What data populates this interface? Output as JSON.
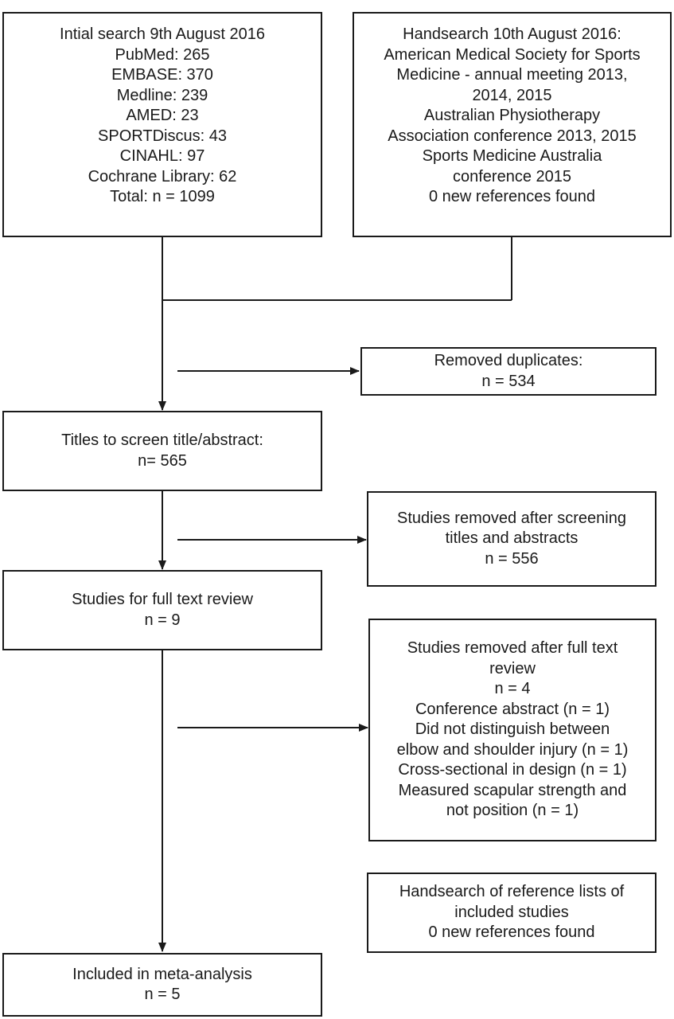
{
  "boxes": {
    "initial_search": {
      "lines": [
        "Intial search 9th August 2016",
        "PubMed: 265",
        "EMBASE: 370",
        "Medline: 239",
        "AMED: 23",
        "SPORTDiscus: 43",
        "CINAHL: 97",
        "Cochrane Library: 62",
        "Total: n = 1099"
      ]
    },
    "handsearch": {
      "lines": [
        "Handsearch 10th August 2016:",
        "American Medical Society for Sports",
        "Medicine - annual meeting 2013,",
        "2014, 2015",
        "Australian Physiotherapy",
        "Association conference 2013, 2015",
        "Sports Medicine Australia",
        "conference 2015",
        "0 new references found"
      ]
    },
    "removed_duplicates": {
      "lines": [
        "Removed duplicates:",
        "n = 534"
      ]
    },
    "titles_to_screen": {
      "lines": [
        "Titles to screen title/abstract:",
        "n= 565"
      ]
    },
    "removed_after_screening": {
      "lines": [
        "Studies removed after screening",
        "titles and abstracts",
        "n = 556"
      ]
    },
    "full_text_review": {
      "lines": [
        "Studies for full text review",
        "n = 9"
      ]
    },
    "removed_after_full_text": {
      "lines": [
        "Studies removed after full text",
        "review",
        "n = 4",
        "Conference abstract (n = 1)",
        "Did not distinguish between",
        "elbow and shoulder injury (n = 1)",
        "Cross-sectional in design (n = 1)",
        "Measured scapular strength and",
        "not position (n = 1)"
      ]
    },
    "handsearch_reference_lists": {
      "lines": [
        "Handsearch of reference lists of",
        "included studies",
        "0 new references found"
      ]
    },
    "included": {
      "lines": [
        "Included in meta-analysis",
        "n = 5"
      ]
    }
  },
  "colors": {
    "stroke": "#1a1a1a",
    "background": "#ffffff"
  }
}
